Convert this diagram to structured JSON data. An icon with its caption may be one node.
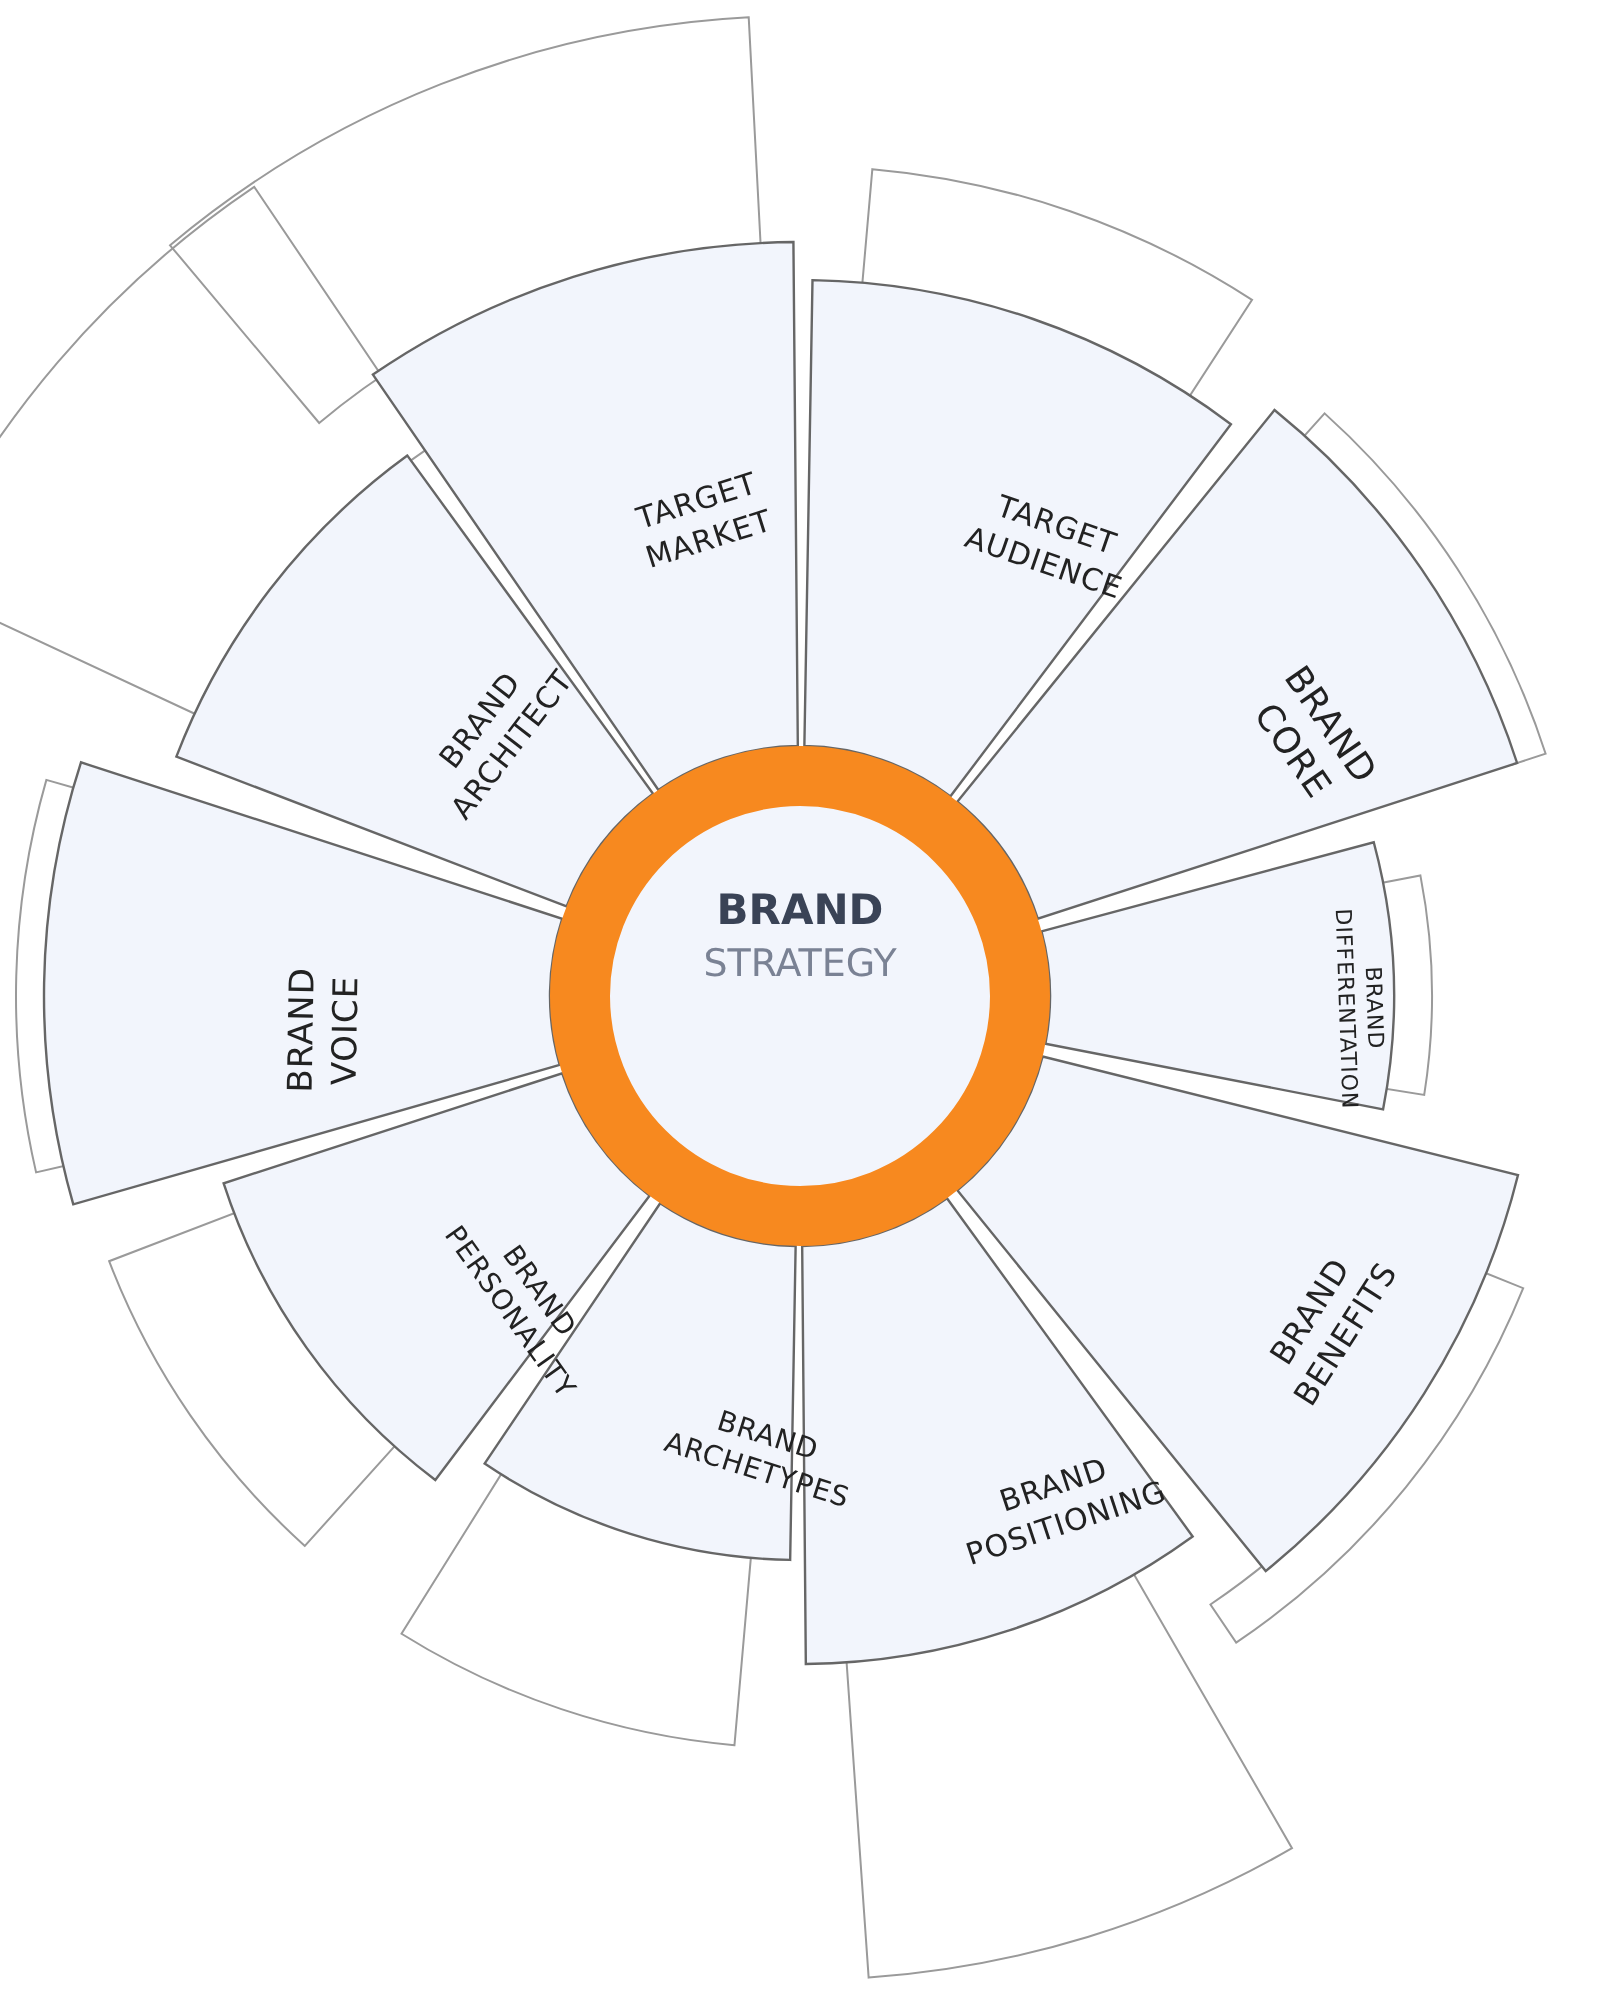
{
  "diagram": {
    "nodes": [
      {
        "text": [
          "BRAND",
          "STRATEGY"
        ]
      },
      {
        "text": [
          "TARGET MARKET"
        ]
      },
      {
        "text": [
          "TARGET AUDIENCE"
        ]
      },
      {
        "text": [
          "BRAND CORE"
        ]
      },
      {
        "text": [
          "BRAND DIFFERENTATION"
        ]
      },
      {
        "text": [
          "BRAND BENEFITS"
        ]
      },
      {
        "text": [
          "BRAND POSITIONING"
        ]
      },
      {
        "text": [
          "BRAND ARCHETYPES"
        ]
      },
      {
        "text": [
          "BRAND PERSONALITY"
        ]
      },
      {
        "text": [
          "BRAND VOICE"
        ]
      },
      {
        "text": [
          "BRAND ARCHITECT"
        ]
      }
    ]
  }
}
